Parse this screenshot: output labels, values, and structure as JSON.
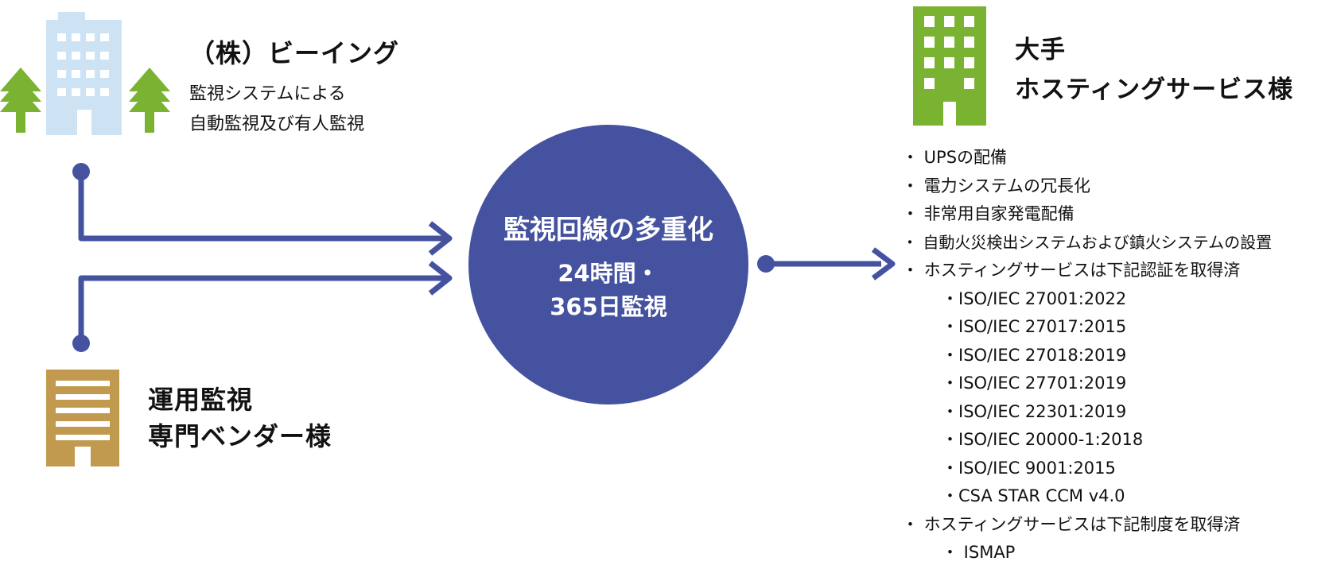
{
  "colors": {
    "accent": "#4452a0",
    "building_blue": "#cde2f3",
    "building_green": "#7ab231",
    "building_brown": "#c19a50",
    "tree_green": "#7ab231"
  },
  "left_top": {
    "title": "（株）ビーイング",
    "line1": "監視システムによる",
    "line2": "自動監視及び有人監視",
    "icon": "office-building-with-trees-icon"
  },
  "left_bottom": {
    "line1": "運用監視",
    "line2": "専門ベンダー様",
    "icon": "striped-building-icon"
  },
  "center": {
    "title": "監視回線の多重化",
    "line1": "24時間・",
    "line2": "365日監視"
  },
  "right": {
    "line1": "大手",
    "line2": "ホスティングサービス様",
    "icon": "green-building-icon",
    "bullets": [
      "・ UPSの配備",
      "・ 電力システムの冗長化",
      "・ 非常用自家発電配備",
      "・ 自動火災検出システムおよび鎮火システムの設置",
      "・ ホスティングサービスは下記認証を取得済",
      "・ISO/IEC 27001:2022",
      "・ISO/IEC 27017:2015",
      "・ISO/IEC 27018:2019",
      "・ISO/IEC 27701:2019",
      "・ISO/IEC 22301:2019",
      "・ISO/IEC 20000-1:2018",
      "・ISO/IEC 9001:2015",
      "・CSA STAR CCM v4.0",
      "・ ホスティングサービスは下記制度を取得済",
      "・ ISMAP"
    ]
  }
}
